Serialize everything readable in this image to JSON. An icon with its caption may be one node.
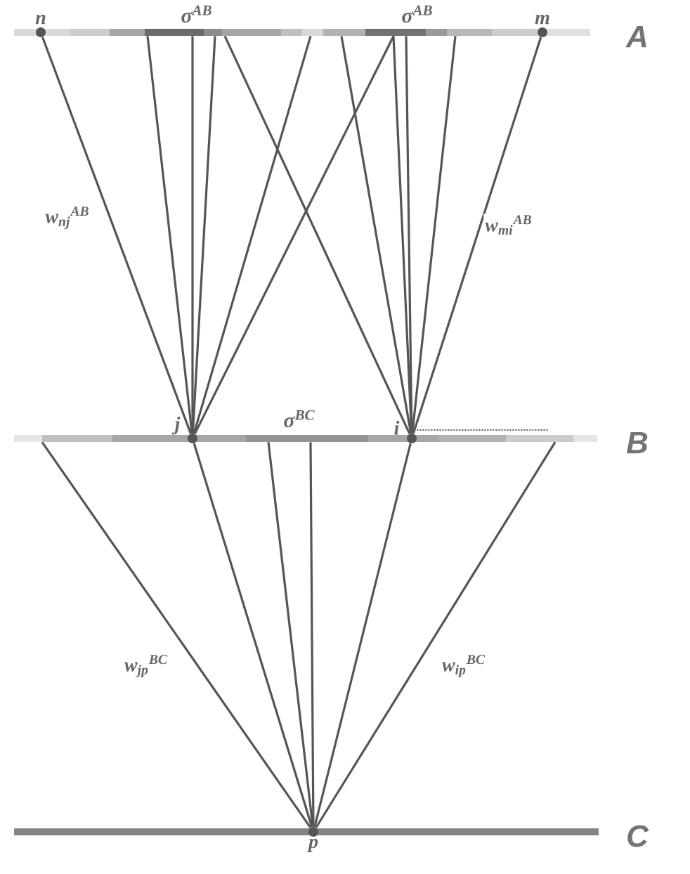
{
  "diagram": {
    "nodes": [
      {
        "text": [
          "A"
        ]
      },
      {
        "text": [
          "n"
        ],
        "in": 0
      },
      {
        "text": [
          "m"
        ],
        "in": 0
      },
      {
        "text": [
          "B"
        ]
      },
      {
        "text": [
          "j"
        ],
        "in": 3
      },
      {
        "text": [
          "i"
        ],
        "in": 3
      },
      {
        "text": [
          "C"
        ]
      },
      {
        "text": [
          "p"
        ],
        "in": 6
      }
    ],
    "edges": [
      {
        "from": 1,
        "to": 4,
        "arrow": "none",
        "label": "w$_{nj}$$^{AB}$"
      },
      {
        "from": 0,
        "to": 4,
        "arrow": "none"
      },
      {
        "from": 0,
        "to": 4,
        "arrow": "none"
      },
      {
        "from": 0,
        "to": 4,
        "arrow": "none"
      },
      {
        "from": 0,
        "to": 4,
        "arrow": "none"
      },
      {
        "from": 0,
        "to": 4,
        "arrow": "none"
      },
      {
        "from": 0,
        "to": 5,
        "arrow": "none"
      },
      {
        "from": 0,
        "to": 5,
        "arrow": "none"
      },
      {
        "from": 0,
        "to": 5,
        "arrow": "none"
      },
      {
        "from": 0,
        "to": 5,
        "arrow": "none"
      },
      {
        "from": 0,
        "to": 5,
        "arrow": "none"
      },
      {
        "from": 2,
        "to": 5,
        "arrow": "none",
        "label": "w$_{mi}$$^{AB}$"
      },
      {
        "from": 3,
        "to": 7,
        "arrow": "none",
        "label": "w$_{jp}$$^{BC}$"
      },
      {
        "from": 4,
        "to": 7,
        "arrow": "none"
      },
      {
        "from": 3,
        "to": 7,
        "arrow": "none"
      },
      {
        "from": 3,
        "to": 7,
        "arrow": "none"
      },
      {
        "from": 5,
        "to": 7,
        "arrow": "none"
      },
      {
        "from": 3,
        "to": 7,
        "arrow": "none",
        "label": "w$_{ip}$$^{BC}$"
      },
      {
        "from": 5,
        "to": null,
        "arrow": "none",
        "style": "dashed"
      }
    ],
    "labels": [
      "σ$^{AB}$",
      "σ$^{AB}$",
      "σ$^{BC}$"
    ]
  }
}
